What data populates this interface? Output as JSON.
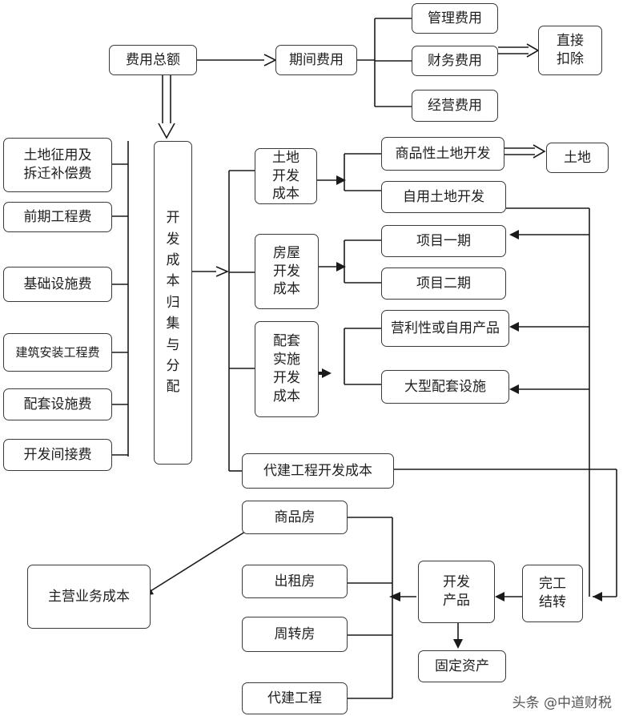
{
  "colors": {
    "line": "#1a1a1a",
    "box_border": "#3a3a3a",
    "text": "#1e1e1e"
  },
  "nodes": {
    "fee_total": "费用总额",
    "period_fee": "期间费用",
    "mgmt_fee": "管理费用",
    "finance_fee": "财务费用",
    "operating_fee": "经营费用",
    "direct_deduct": "直接\n扣除",
    "land_req": "土地征用及\n拆迁补偿费",
    "pre_eng": "前期工程费",
    "infra": "基础设施费",
    "build_install": "建筑安装工程费",
    "support_fac": "配套设施费",
    "dev_indirect": "开发间接费",
    "dev_cost_alloc": "开\n发\n成\n本\n归\n集\n与\n分\n配",
    "land_dev_cost": "土地\n开发\n成本",
    "house_dev_cost": "房屋\n开发\n成本",
    "support_dev_cost": "配套\n实施\n开发\n成本",
    "commercial_land": "商品性土地开发",
    "land": "土地",
    "self_land": "自用土地开发",
    "phase1": "项目一期",
    "phase2": "项目二期",
    "profit_self": "营利性或自用产品",
    "large_support": "大型配套设施",
    "agency_cost": "代建工程开发成本",
    "commercial_house": "商品房",
    "rental_house": "出租房",
    "turnover_house": "周转房",
    "agency_project": "代建工程",
    "main_cost": "主营业务成本",
    "dev_product": "开发\n产品",
    "completion": "完工\n结转",
    "fixed_asset": "固定资产"
  },
  "watermark": "头条 @中道财税"
}
